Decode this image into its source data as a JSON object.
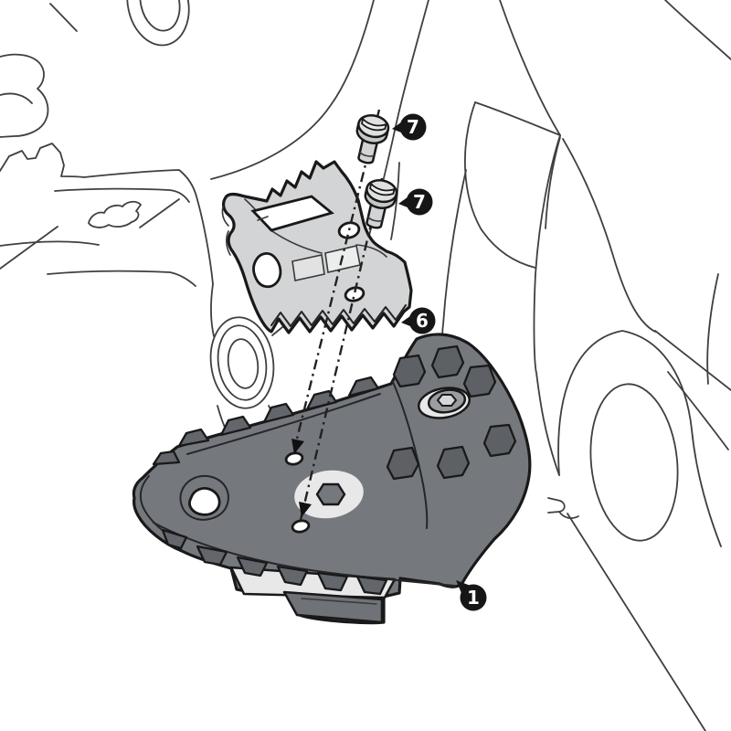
{
  "callouts": [
    {
      "label": "7",
      "target": "upper-screw"
    },
    {
      "label": "7",
      "target": "lower-screw"
    },
    {
      "label": "6",
      "target": "toothed-plate"
    },
    {
      "label": "1",
      "target": "pedal-base"
    }
  ],
  "colors": {
    "background": "#ffffff",
    "line_art": "#3f3f3f",
    "outline": "#191919",
    "plate": "#d3d4d5",
    "pedal_face": "#75787d",
    "pedal_dark": "#606369",
    "highlight": "#e8e8e9",
    "callout_bg": "#161616",
    "callout_text": "#ffffff"
  }
}
